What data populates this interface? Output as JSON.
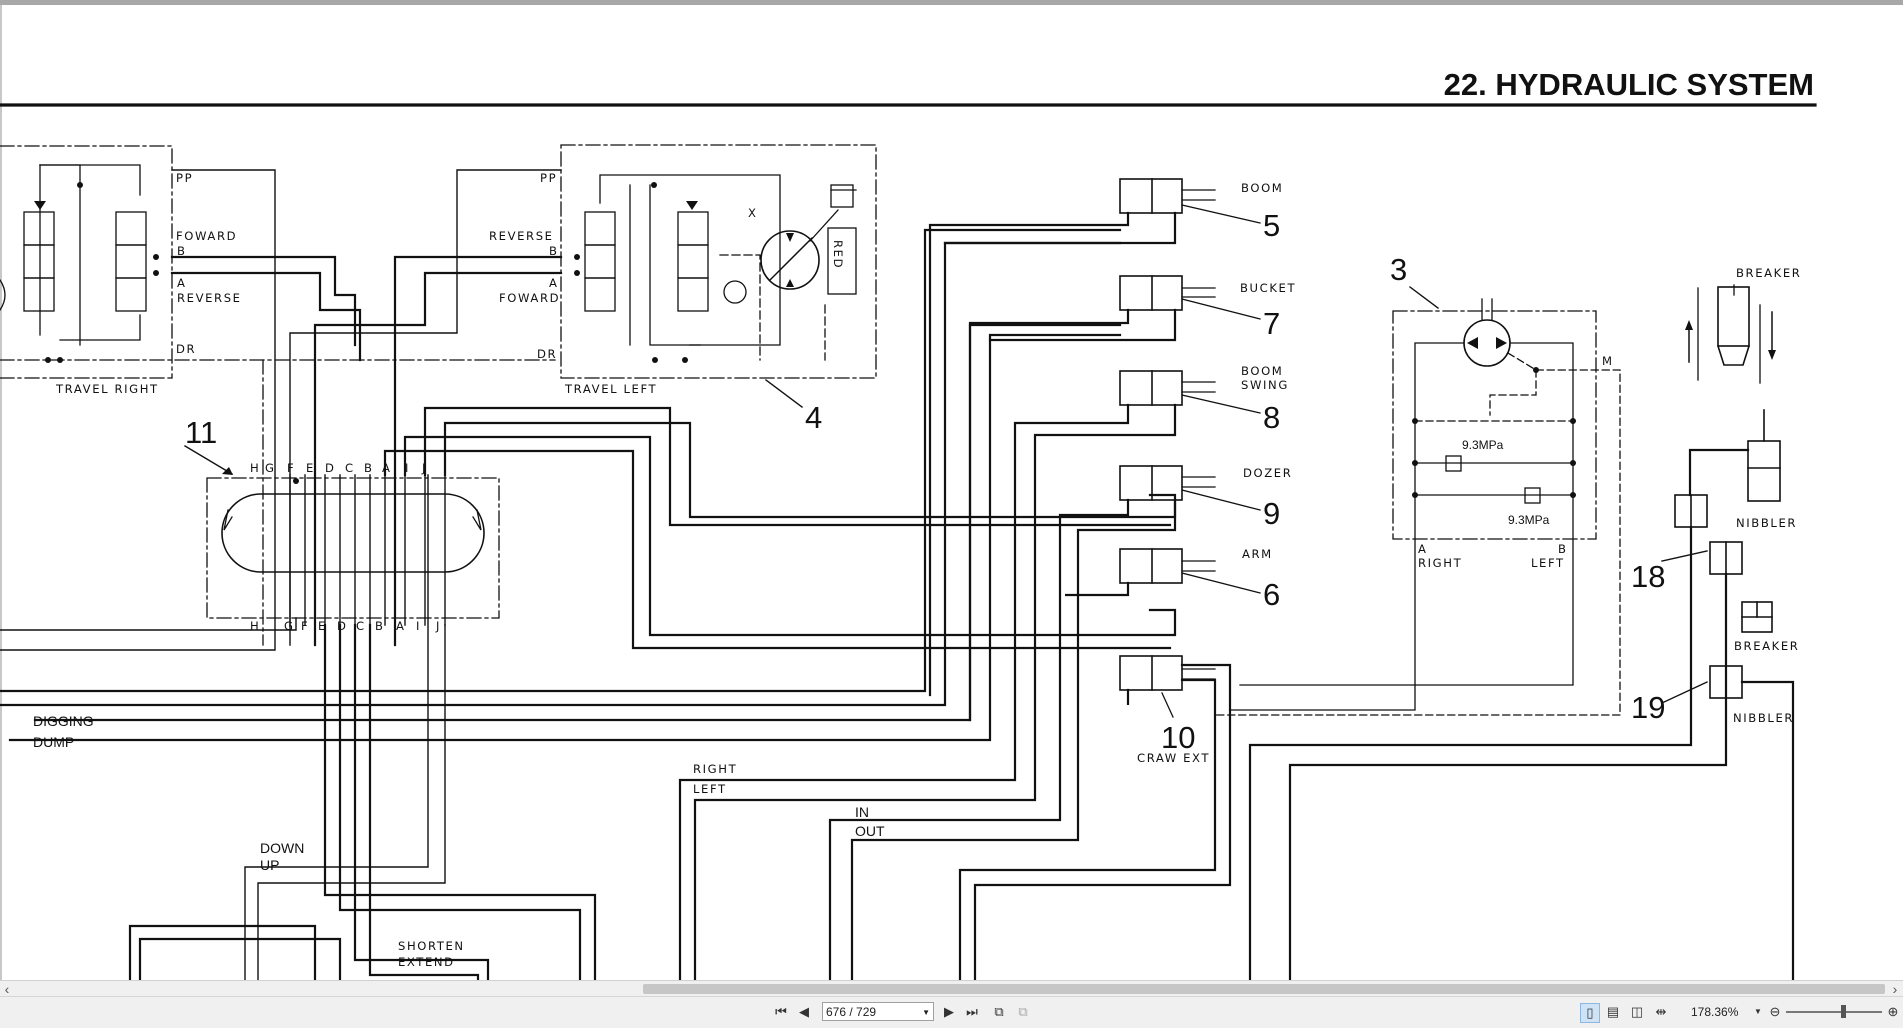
{
  "document": {
    "title": "22.  HYDRAULIC SYSTEM",
    "sections": [
      "TRAVEL RIGHT",
      "TRAVEL LEFT"
    ],
    "port_labels": {
      "pp": "PP",
      "dr": "DR",
      "a": "A",
      "b": "B",
      "m": "M",
      "foward": "FOWARD",
      "reverse": "REVERSE",
      "red": "RED",
      "right": "RIGHT",
      "left": "LEFT",
      "x": "X"
    },
    "cylinders": [
      "BOOM",
      "BUCKET",
      "BOOM",
      "SWING",
      "DOZER",
      "ARM",
      "CRAW EXT"
    ],
    "attachments": {
      "breaker": "BREAKER",
      "nibbler": "NIBBLER"
    },
    "numbers": [
      "5",
      "7",
      "8",
      "9",
      "6",
      "10",
      "11",
      "4",
      "3",
      "18",
      "19"
    ],
    "swivel_ports_top": [
      "H",
      "G",
      "F",
      "E",
      "D",
      "C",
      "B",
      "A",
      "I",
      "J"
    ],
    "swivel_ports_bottom": [
      "H",
      "G",
      "F",
      "E",
      "D",
      "C",
      "B",
      "A",
      "I",
      "J"
    ],
    "relief_pressure": "9.3MPa",
    "line_labels": [
      "DIGGING",
      "DUMP",
      "RIGHT",
      "LEFT",
      "IN",
      "OUT",
      "DOWN",
      "UP",
      "SHORTEN",
      "EXTEND"
    ]
  },
  "toolbar": {
    "page_indicator": "676 / 729",
    "zoom_level": "178.36%"
  },
  "icons": [
    "first-page-icon",
    "prev-page-icon",
    "next-page-icon",
    "last-page-icon",
    "copy-icon",
    "paste-icon",
    "single-page-icon",
    "continuous-icon",
    "two-page-icon",
    "fit-icon",
    "zoom-out-icon",
    "zoom-in-icon"
  ]
}
